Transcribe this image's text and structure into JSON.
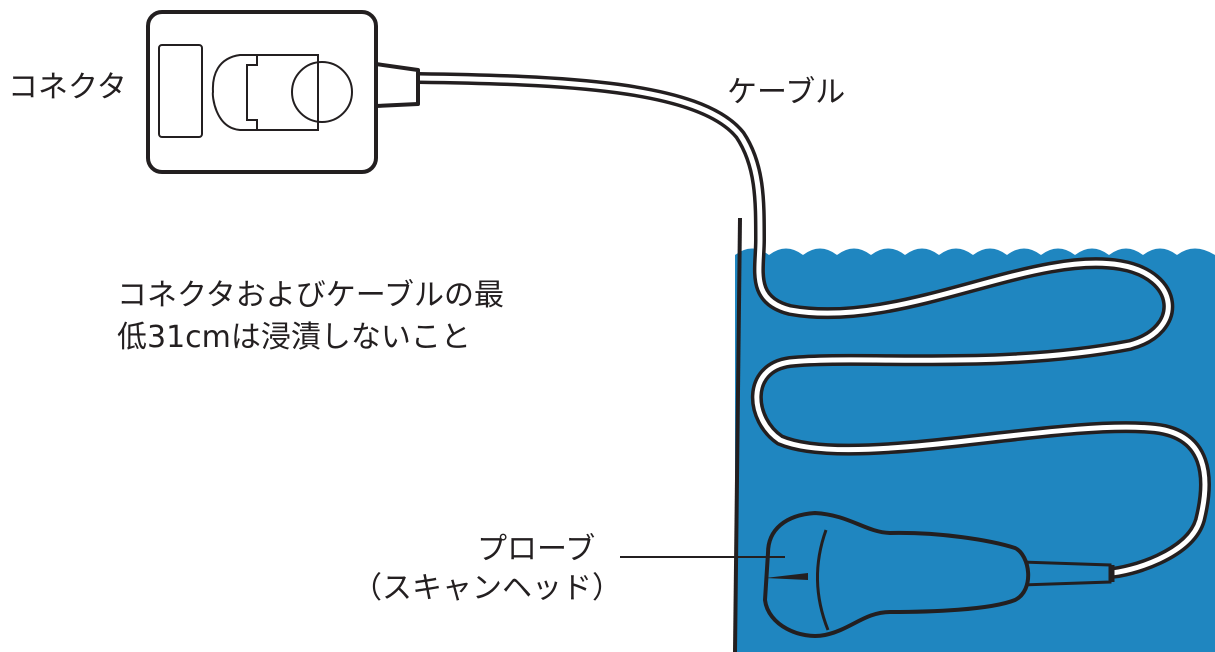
{
  "labels": {
    "connector": "コネクタ",
    "cable": "ケーブル",
    "warning_line1": "コネクタおよびケーブルの最",
    "warning_line2": "低31cmは浸漬しないこと",
    "probe_line1": "プローブ",
    "probe_line2": "（スキャンヘッド）"
  },
  "colors": {
    "water": "#1f86c0",
    "outline": "#231f20",
    "probe_fill": "#1f86c0",
    "background": "#ffffff"
  }
}
